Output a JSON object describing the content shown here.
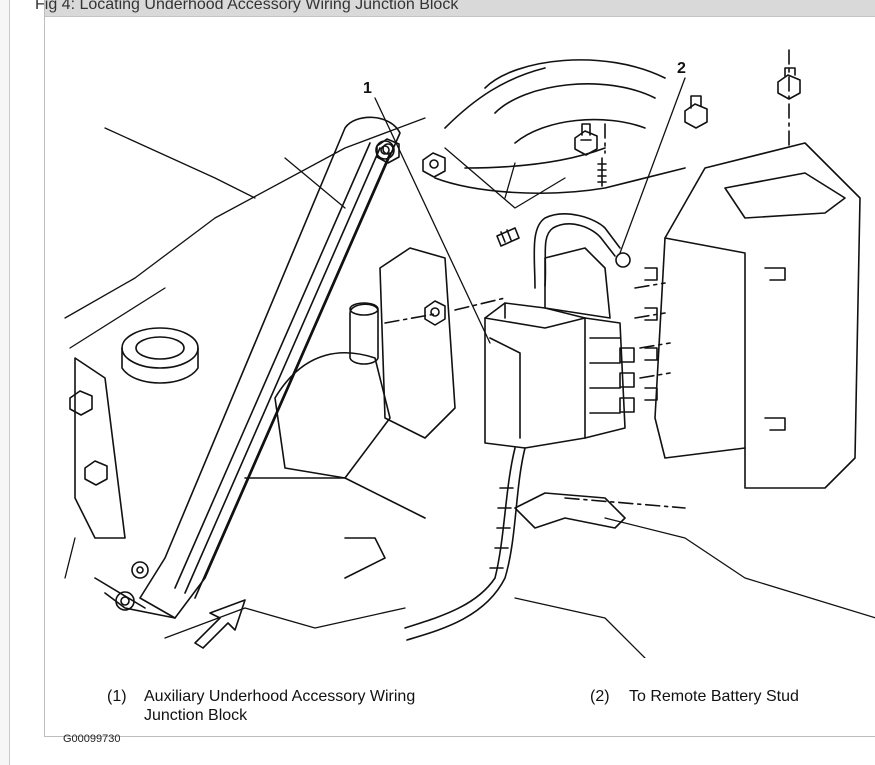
{
  "figure": {
    "caption": "Fig 4: Locating Underhood Accessory Wiring Junction Block",
    "callout_1": "1",
    "callout_2": "2",
    "legend": [
      {
        "num": "(1)",
        "text_line1": "Auxiliary Underhood Accessory Wiring",
        "text_line2": "Junction Block"
      },
      {
        "num": "(2)",
        "text_line1": "To Remote Battery Stud"
      }
    ],
    "figure_id": "G00099730"
  }
}
